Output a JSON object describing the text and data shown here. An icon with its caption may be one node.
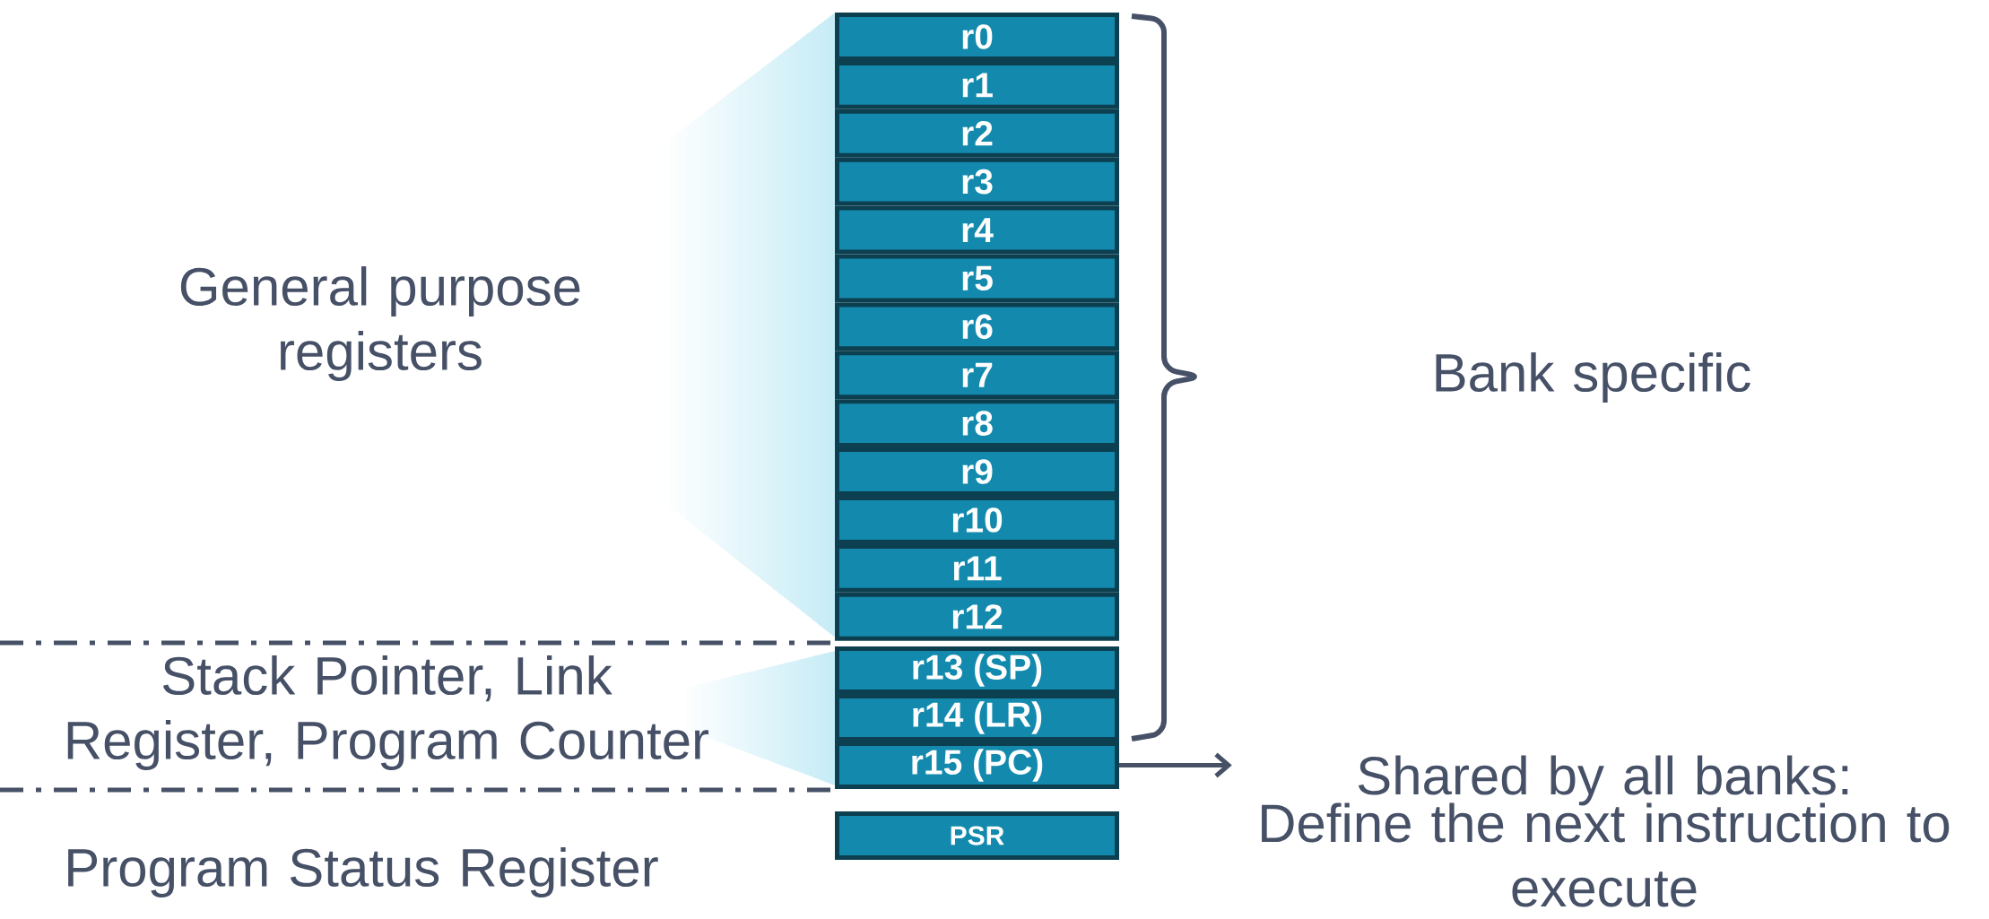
{
  "diagram": {
    "nodes": [
      {
        "text": [
          "r0"
        ]
      },
      {
        "text": [
          "r1"
        ]
      },
      {
        "text": [
          "r2"
        ]
      },
      {
        "text": [
          "r3"
        ]
      },
      {
        "text": [
          "r4"
        ]
      },
      {
        "text": [
          "r5"
        ]
      },
      {
        "text": [
          "r6"
        ]
      },
      {
        "text": [
          "r7"
        ]
      },
      {
        "text": [
          "r8"
        ]
      },
      {
        "text": [
          "r9"
        ]
      },
      {
        "text": [
          "r10"
        ]
      },
      {
        "text": [
          "r11"
        ]
      },
      {
        "text": [
          "r12"
        ]
      },
      {
        "text": [
          "r13 (SP)"
        ]
      },
      {
        "text": [
          "r14 (LR)"
        ]
      },
      {
        "text": [
          "r15 (PC)"
        ]
      },
      {
        "text": [
          "PSR"
        ]
      },
      {
        "text": [
          "Shared by all banks:",
          "Define the next instruction to execute"
        ]
      }
    ],
    "edges": [
      {
        "from": 15,
        "to": 17,
        "arrow": "to"
      }
    ],
    "labels": [
      "General purpose registers",
      "Bank specific",
      "Stack Pointer, Link Register, Program Counter",
      "Program Status Register"
    ]
  }
}
